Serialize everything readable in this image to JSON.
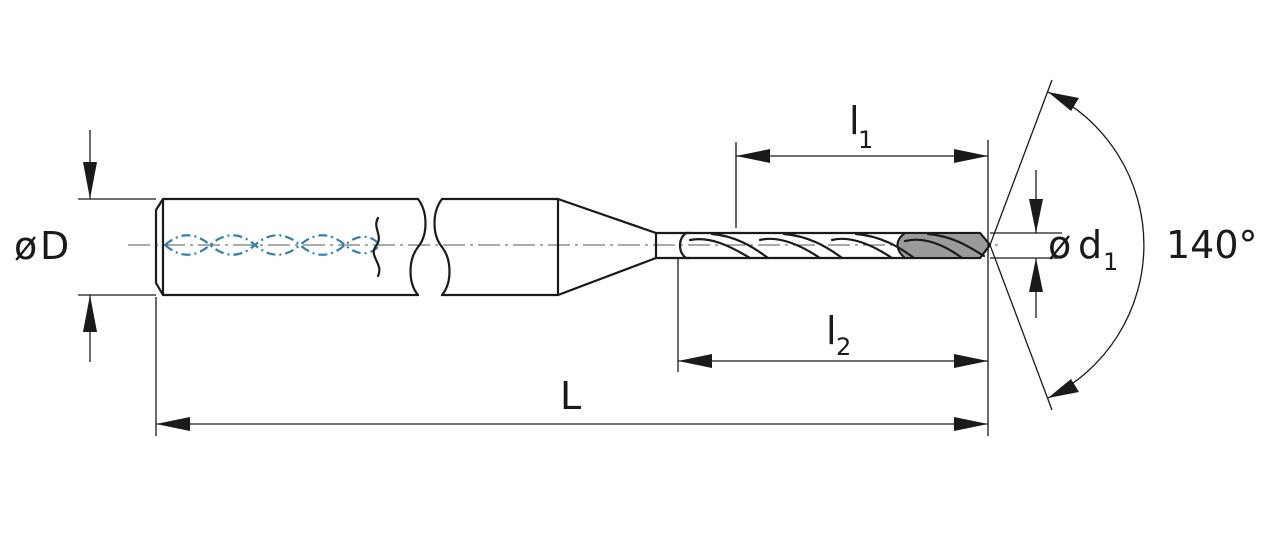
{
  "labels": {
    "D": "D",
    "d": "d",
    "d_sub": "1",
    "l1": "l",
    "l1_sub": "1",
    "l2": "l",
    "l2_sub": "2",
    "L": "L",
    "angle": "140°",
    "dia_symbol": "ø"
  },
  "colors": {
    "line": "#1a1a1a",
    "coolant": "#2f7fb5",
    "flute_fill": "#9a9a9a"
  }
}
